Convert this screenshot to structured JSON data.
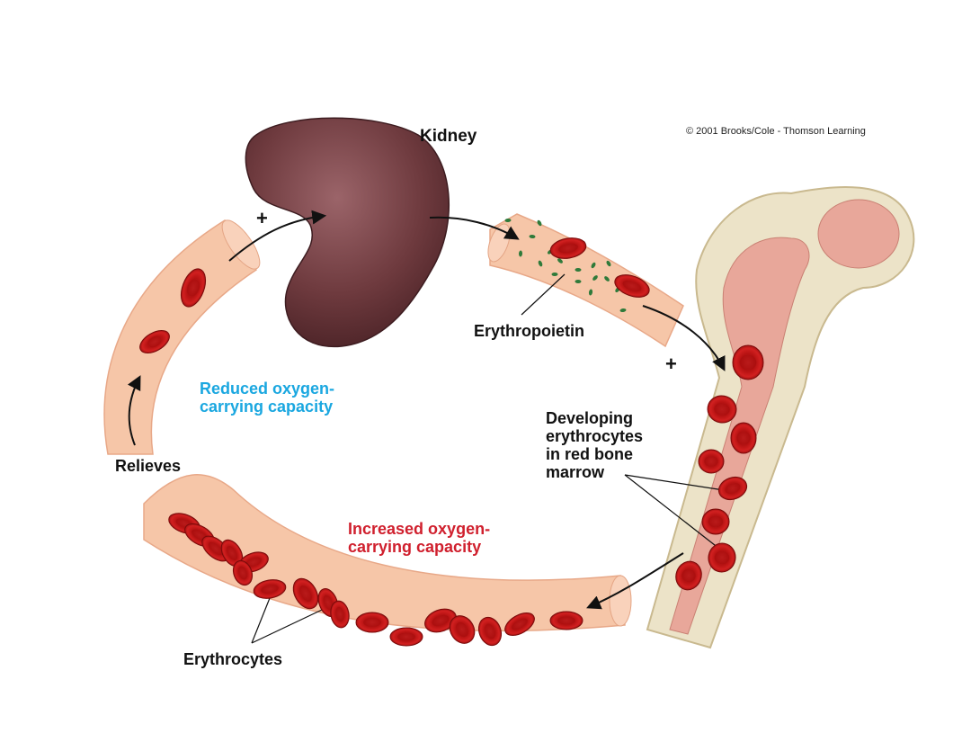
{
  "copyright": "© 2001 Brooks/Cole - Thomson Learning",
  "labels": {
    "kidney": "Kidney",
    "erythropoietin": "Erythropoietin",
    "plus": "+",
    "reduced_line1": "Reduced oxygen-",
    "reduced_line2": "carrying capacity",
    "relieves": "Relieves",
    "developing_line1": "Developing",
    "developing_line2": "erythrocytes",
    "developing_line3": "in red bone",
    "developing_line4": "marrow",
    "increased_line1": "Increased oxygen-",
    "increased_line2": "carrying capacity",
    "erythrocytes": "Erythrocytes"
  },
  "colors": {
    "vessel": "#f6c6a8",
    "vessel_edge": "#e4a585",
    "rbc": "#cf1a1a",
    "rbc_dark": "#8e0c0c",
    "kidney": "#6e3a3e",
    "bone": "#ece3c8",
    "marrow": "#e8a79a",
    "reduced_text": "#1aa7e0",
    "increased_text": "#d0202e",
    "epo_dot": "#2f7a3a"
  }
}
